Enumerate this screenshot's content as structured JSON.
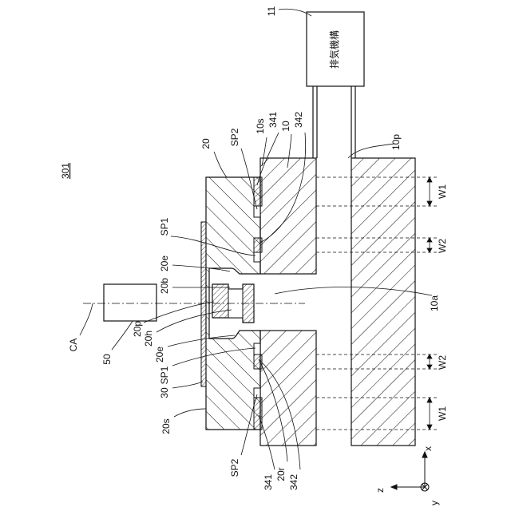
{
  "figure_id": "301",
  "labels": {
    "exhaust_box_label": "11",
    "exhaust_text": "排気機構",
    "pipe_label": "10p",
    "block_label": "10",
    "surface_label": "10s",
    "seal_341_top": "341",
    "seal_342_top": "342",
    "plate_label": "20",
    "space_sp2_top": "SP2",
    "space_sp1_top": "SP1",
    "edge_20e_top": "20e",
    "bottom_20b": "20b",
    "protrusion_20p": "20p",
    "hole_20h": "20h",
    "edge_20e_bottom": "20e",
    "space_sp1_bottom": "SP1",
    "film_30": "30",
    "surface_20s": "20s",
    "space_sp2_bottom": "SP2",
    "seal_341_bottom": "341",
    "recess_20r": "20r",
    "seal_342_bottom": "342",
    "camera_label": "50",
    "axis_ca": "CA",
    "cavity_10a": "10a",
    "width_w1_top": "W1",
    "width_w2_top": "W2",
    "width_w2_bottom": "W2",
    "width_w1_bottom": "W1",
    "axis_x": "x",
    "axis_z": "z",
    "axis_y": "y"
  },
  "colors": {
    "line": "#111111",
    "background": "#ffffff"
  }
}
